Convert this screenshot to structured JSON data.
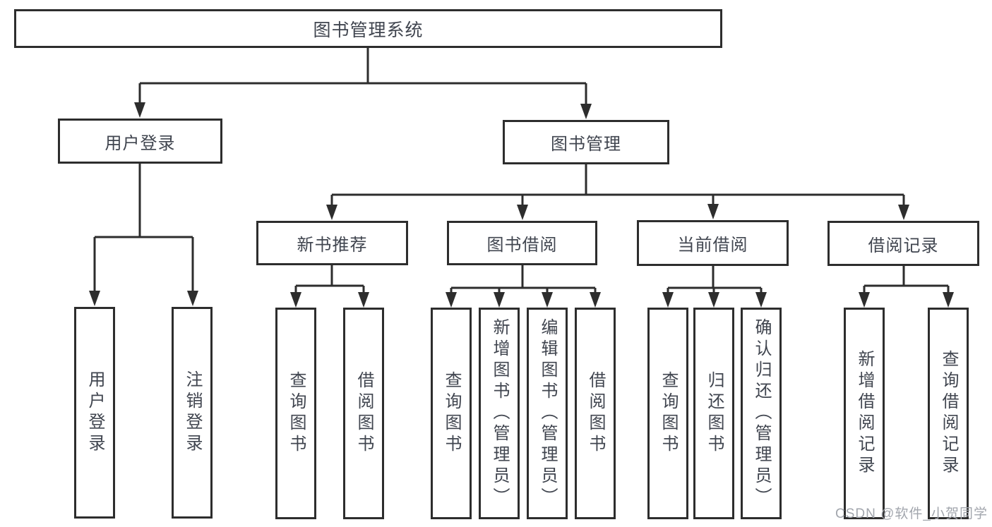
{
  "diagram": {
    "title": "图书管理系统",
    "level2": {
      "user_login": "用户登录",
      "book_management": "图书管理"
    },
    "level3": {
      "new_book_recommend": "新书推荐",
      "book_borrow": "图书借阅",
      "current_borrow": "当前借阅",
      "borrow_records": "借阅记录"
    },
    "leaves": {
      "user_login": [
        "用户登录",
        "注销登录"
      ],
      "new_book_recommend": [
        "查询图书",
        "借阅图书"
      ],
      "book_borrow": [
        "查询图书",
        "新增图书（管理员）",
        "编辑图书（管理员）",
        "借阅图书"
      ],
      "current_borrow": [
        "查询图书",
        "归还图书",
        "确认归还（管理员）"
      ],
      "borrow_records": [
        "新增借阅记录",
        "查询借阅记录"
      ]
    }
  },
  "watermark": "CSDN @软件_小贺同学",
  "colors": {
    "line": "#2d2d2d",
    "text": "#40454f",
    "watermark": "#a2a6ad",
    "background": "#ffffff"
  }
}
